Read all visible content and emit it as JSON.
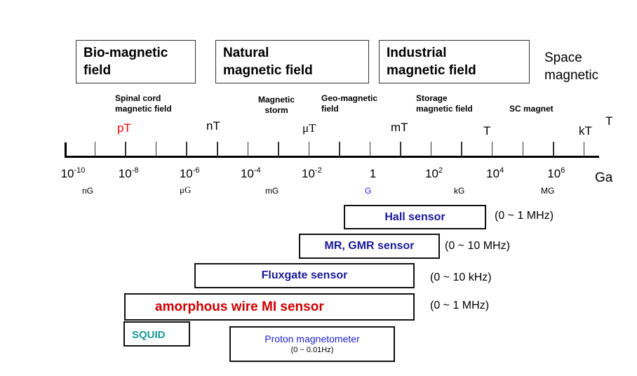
{
  "categories": {
    "bio": {
      "line1": "Bio-magnetic",
      "line2": "field"
    },
    "natural": {
      "line1": "Natural",
      "line2": "magnetic field"
    },
    "industrial": {
      "line1": "Industrial",
      "line2": "magnetic field"
    },
    "space": {
      "line1": "Space",
      "line2": "magnetic"
    }
  },
  "examples": {
    "spinal": {
      "line1": "Spinal cord",
      "line2": "magnetic field"
    },
    "storm": {
      "line1": "Magnetic",
      "line2": "storm"
    },
    "geo": {
      "line1": "Geo-magnetic",
      "line2": "field"
    },
    "storage": {
      "line1": "Storage",
      "line2": "magnetic field"
    },
    "sc": {
      "line1": "SC magnet"
    }
  },
  "tesla_units": {
    "pT": "pT",
    "nT": "nT",
    "uT": "μT",
    "mT": "mT",
    "T": "T",
    "kT": "kT",
    "T_cut": "T"
  },
  "tesla_colors": {
    "pT": "#ff0000"
  },
  "axis": {
    "ticks_count": 18,
    "exponent_labels": [
      {
        "base": "10",
        "exp": "-10"
      },
      {
        "base": "10",
        "exp": "-8"
      },
      {
        "base": "10",
        "exp": "-6"
      },
      {
        "base": "10",
        "exp": "-4"
      },
      {
        "base": "10",
        "exp": "-2"
      },
      {
        "base": "1",
        "exp": ""
      },
      {
        "base": "10",
        "exp": "2"
      },
      {
        "base": "10",
        "exp": "4"
      },
      {
        "base": "10",
        "exp": "6"
      }
    ],
    "gauss_units": {
      "nG": "nG",
      "uG": "μG",
      "mG": "mG",
      "G": "G",
      "kG": "kG",
      "MG": "MG"
    },
    "axis_unit": "Ga",
    "G_color": "#1a1aff"
  },
  "sensors": [
    {
      "name": "Hall sensor",
      "band": "(0 ~ 1 MHz)",
      "color": "#1a1a99"
    },
    {
      "name": "MR, GMR sensor",
      "band": "(0 ~ 10 MHz)",
      "color": "#1a1a99"
    },
    {
      "name": "Fluxgate sensor",
      "band": "(0 ~ 10 kHz)",
      "color": "#1a1a99"
    },
    {
      "name": "amorphous wire MI sensor",
      "band": "(0 ~ 1 MHz)",
      "color": "#cc0000"
    },
    {
      "name": "SQUID",
      "band": "",
      "color": "#1a9999"
    },
    {
      "name": "Proton magnetometer",
      "band": "(0 ~ 0.01Hz)",
      "color": "#2222cc"
    }
  ]
}
